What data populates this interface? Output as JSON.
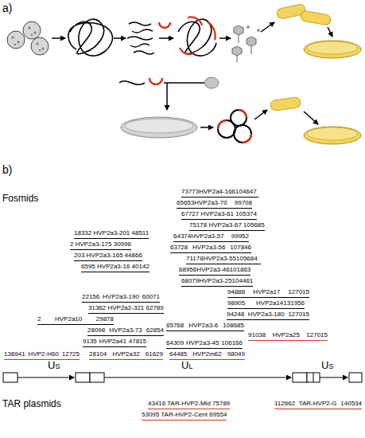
{
  "diagram": {
    "labels": [
      "a)",
      "b)",
      "Fosmids",
      "73773HVP2a4-166104647",
      "65653HVP2a3-70 99708",
      "67727 HVP2a3-61 105374",
      "75178 HVP2a3-67 105685",
      "18332 HVP2a3-201 48511",
      "64374HVP2a3-57 99952",
      "2 HVP2a3-175 30996",
      "63728 HVP2a3-56 107846",
      "203 HVP2a3-165 44866",
      "71178HVP2a3-55105684",
      "6595 HVP2a3-16 40142",
      "68956HVP2a3-46101863",
      "68079HVP2a3-25104461",
      "94888 HVP2a17 127015",
      "22156 HVP2a3-190 60071",
      "98905 HVP2a14131956",
      "31362 HVP2a2-321 62789",
      "94248 HVP2a3-180 127015",
      "2 HVP2a10 29878",
      "65768 HVP2a3-6 108685",
      "28098 HVP2a3-73 62854",
      "91038 HVP2a25 127015",
      "9135 HVP2a41 47815",
      "64309 HVP2a3-45 106166",
      "136941 HVP2-H60 12725",
      "28104 HVP2a32 61629",
      "64485 HVP2m62 98049",
      "US",
      "UL",
      "US",
      "TAR plasmids",
      "43416 TAR-HVP2-Mid 75789",
      "53095 TAR-HVP2-Cent 69554",
      "112662 TAR-HVP2-G 140534"
    ]
  }
}
